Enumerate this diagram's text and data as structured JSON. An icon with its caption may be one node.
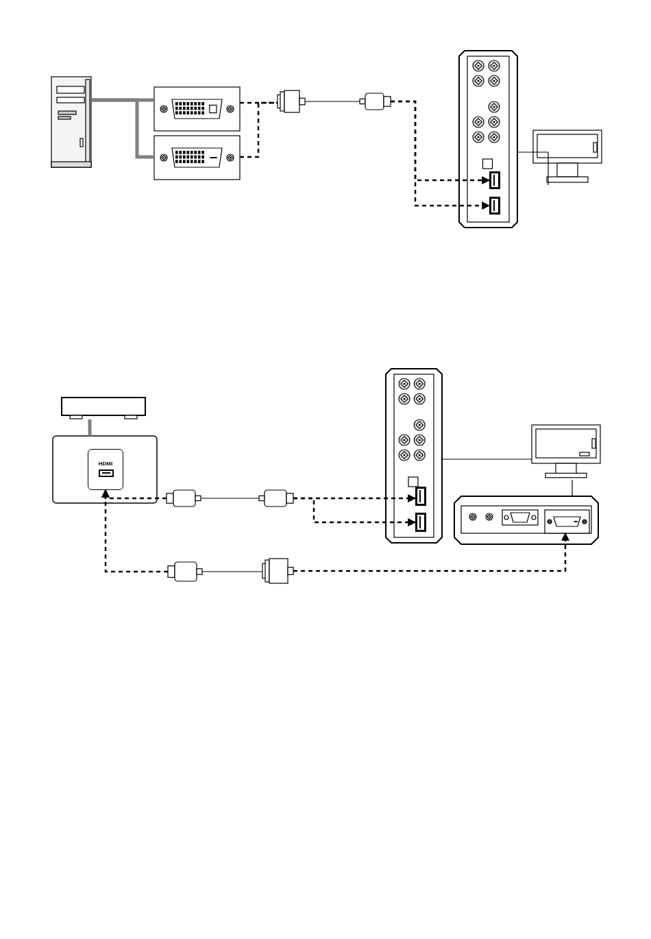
{
  "diagram": {
    "nodes": [
      {
        "text": [],
        "shape": "computer"
      },
      {
        "text": [],
        "shape": "connector"
      },
      {
        "text": [],
        "shape": "connector"
      },
      {
        "text": [],
        "shape": "plug"
      },
      {
        "text": [],
        "shape": "plug"
      },
      {
        "text": [],
        "shape": "panel"
      },
      {
        "text": [],
        "shape": "port",
        "in": 5
      },
      {
        "text": [],
        "shape": "port",
        "in": 5
      },
      {
        "text": [],
        "shape": "monitor"
      },
      {
        "text": [],
        "shape": "box"
      },
      {
        "text": [],
        "shape": "panel"
      },
      {
        "text": [
          "HDMI"
        ],
        "in": 10
      },
      {
        "text": [],
        "shape": "plug"
      },
      {
        "text": [],
        "shape": "plug"
      },
      {
        "text": [],
        "shape": "panel"
      },
      {
        "text": [],
        "shape": "port",
        "in": 14
      },
      {
        "text": [],
        "shape": "port",
        "in": 14
      },
      {
        "text": [],
        "shape": "monitor"
      },
      {
        "text": [],
        "shape": "panel"
      },
      {
        "text": [],
        "shape": "port",
        "in": 18
      },
      {
        "text": [],
        "shape": "plug"
      },
      {
        "text": [],
        "shape": "plug"
      }
    ],
    "edges": [
      {
        "from": 0,
        "to": 1,
        "arrow": "none",
        "style": "thick",
        "color": "#808080"
      },
      {
        "from": 0,
        "to": 2,
        "arrow": "none",
        "style": "thick",
        "color": "#808080"
      },
      {
        "from": 1,
        "to": 3,
        "arrow": "none",
        "style": "dashed"
      },
      {
        "from": 2,
        "to": 3,
        "arrow": "none",
        "style": "dashed"
      },
      {
        "from": 3,
        "to": 4,
        "arrow": "none"
      },
      {
        "from": 4,
        "to": 6,
        "arrow": "to",
        "style": "dashed"
      },
      {
        "from": 4,
        "to": 7,
        "arrow": "to",
        "style": "dashed"
      },
      {
        "from": 5,
        "to": 8,
        "arrow": "none"
      },
      {
        "from": 9,
        "to": 10,
        "arrow": "none",
        "style": "thick",
        "color": "#808080"
      },
      {
        "from": 12,
        "to": 11,
        "arrow": "to",
        "style": "dashed"
      },
      {
        "from": 20,
        "to": 11,
        "arrow": "to",
        "style": "dashed"
      },
      {
        "from": 12,
        "to": 13,
        "arrow": "none"
      },
      {
        "from": 13,
        "to": 15,
        "arrow": "to",
        "style": "dashed"
      },
      {
        "from": 13,
        "to": 16,
        "arrow": "to",
        "style": "dashed"
      },
      {
        "from": 21,
        "to": 19,
        "arrow": "to",
        "style": "dashed"
      },
      {
        "from": 20,
        "to": 21,
        "arrow": "none"
      },
      {
        "from": 14,
        "to": 17,
        "arrow": "none"
      },
      {
        "from": 17,
        "to": 18,
        "arrow": "none"
      }
    ]
  }
}
